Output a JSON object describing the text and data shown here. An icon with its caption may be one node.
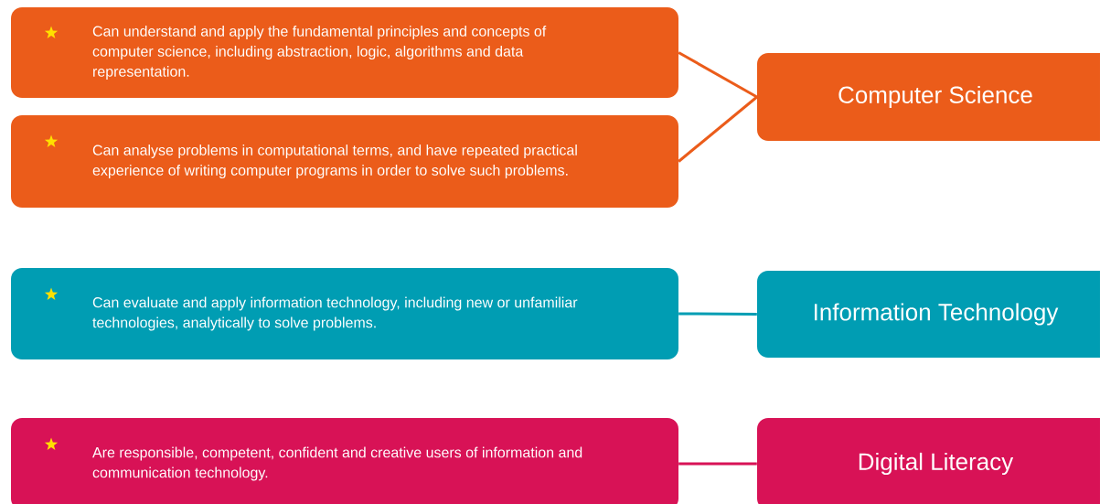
{
  "diagram": {
    "nodes": [
      {
        "text": [
          "Can understand and apply the fundamental principles and concepts of computer science, including abstraction, logic, algorithms and data representation."
        ]
      },
      {
        "text": [
          "Computer Science"
        ]
      },
      {
        "text": [
          "Can analyse problems in computational terms, and have repeated practical experience of writing computer programs in order to solve such problems."
        ]
      },
      {
        "text": [
          "Can evaluate and apply information technology, including new or unfamiliar technologies, analytically to solve problems."
        ]
      },
      {
        "text": [
          "Information Technology"
        ]
      },
      {
        "text": [
          "Are responsible, competent, confident and creative users of information and communication technology."
        ]
      },
      {
        "text": [
          "Digital Literacy"
        ]
      }
    ],
    "edges": [
      {
        "from": 0,
        "to": 1,
        "arrow": "none"
      },
      {
        "from": 2,
        "to": 1,
        "arrow": "none"
      },
      {
        "from": 3,
        "to": 4,
        "arrow": "none",
        "color": "#009db3"
      },
      {
        "from": 5,
        "to": 6,
        "arrow": "none",
        "color": "#d81256"
      }
    ]
  }
}
